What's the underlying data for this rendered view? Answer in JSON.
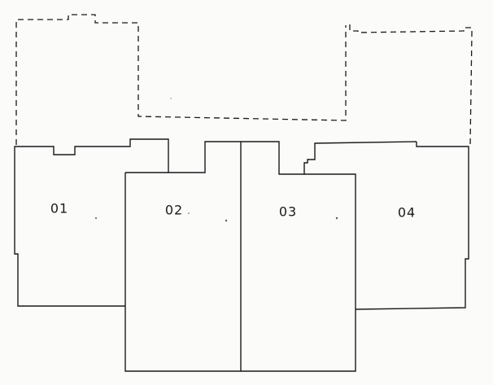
{
  "diagram": {
    "units": [
      {
        "id": "unit-01",
        "label": "01"
      },
      {
        "id": "unit-02",
        "label": "02"
      },
      {
        "id": "unit-03",
        "label": "03"
      },
      {
        "id": "unit-04",
        "label": "04"
      }
    ]
  }
}
